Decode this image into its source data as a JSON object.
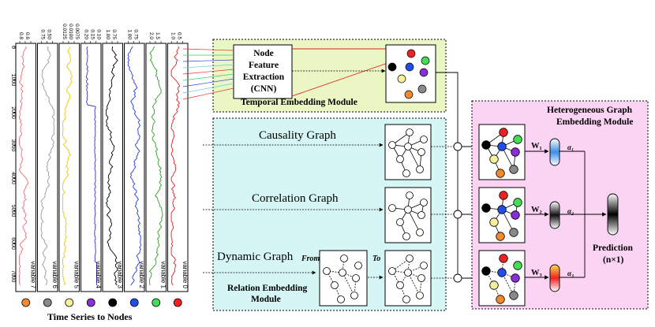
{
  "time_series": {
    "y_ticks": [
      "0",
      "1000",
      "2000",
      "3000",
      "4000",
      "5000",
      "6000",
      "7000"
    ],
    "panels": [
      {
        "variable": "variable 7",
        "top_ticks": [
          "0.8",
          "0.6"
        ],
        "color": "#f06a7a",
        "node_color": "#f08a30"
      },
      {
        "variable": "variable 6",
        "top_ticks": [
          "0.75",
          "0.50"
        ],
        "color": "#9a9a9a",
        "node_color": "#8a8a8a"
      },
      {
        "variable": "variable 5",
        "top_ticks": [
          "0.0125",
          "0.0100",
          "0.0075"
        ],
        "color": "#e8c800",
        "node_color": "#f5f09a"
      },
      {
        "variable": "variable 4",
        "top_ticks": [
          "0.20",
          "0.15",
          "0.10"
        ],
        "color": "#3b2fc9",
        "node_color": "#8a2ed8"
      },
      {
        "variable": "variable 3",
        "top_ticks": [
          "1.00",
          "0.75"
        ],
        "color": "#000000",
        "node_color": "#000000"
      },
      {
        "variable": "variable 2",
        "top_ticks": [
          "1.00",
          "0.75"
        ],
        "color": "#1f3fdc",
        "node_color": "#1f4fe8"
      },
      {
        "variable": "variable 1",
        "top_ticks": [
          "2.0",
          "1.5"
        ],
        "color": "#2aa020",
        "node_color": "#44dd55"
      },
      {
        "variable": "variable 0",
        "top_ticks": [
          "1.0",
          "0.5"
        ],
        "color": "#e02020",
        "node_color": "#ee2222"
      }
    ],
    "caption": "Time Series to Nodes"
  },
  "temporal_module": {
    "title": "Temporal Embedding Module",
    "node_feature": [
      "Node",
      "Feature",
      "Extraction",
      "(CNN)"
    ],
    "bg_color": "#eaf7c4"
  },
  "relation_module": {
    "causality": "Causality Graph",
    "correlation": "Correlation Graph",
    "dynamic": "Dynamic Graph",
    "from": "From",
    "to": "To",
    "title": [
      "Relation Embedding",
      "Module"
    ],
    "bg_color": "#d6f6f6"
  },
  "hetero_module": {
    "title": [
      "Heterogeneous Graph",
      "Embedding Module"
    ],
    "weights": [
      "W₁",
      "W₂",
      "W₃"
    ],
    "alphas": [
      "α₁",
      "α₂",
      "α₃"
    ],
    "prediction": [
      "Prediction",
      "(n×1)"
    ],
    "bg_color": "#fbd3f3"
  },
  "node_colors": {
    "red": "#ee2222",
    "green": "#44dd55",
    "black": "#000000",
    "blue": "#1f4fe8",
    "purple": "#8a2ed8",
    "yellow": "#f5f09a",
    "orange": "#f08a30",
    "gray": "#8a8a8a"
  }
}
